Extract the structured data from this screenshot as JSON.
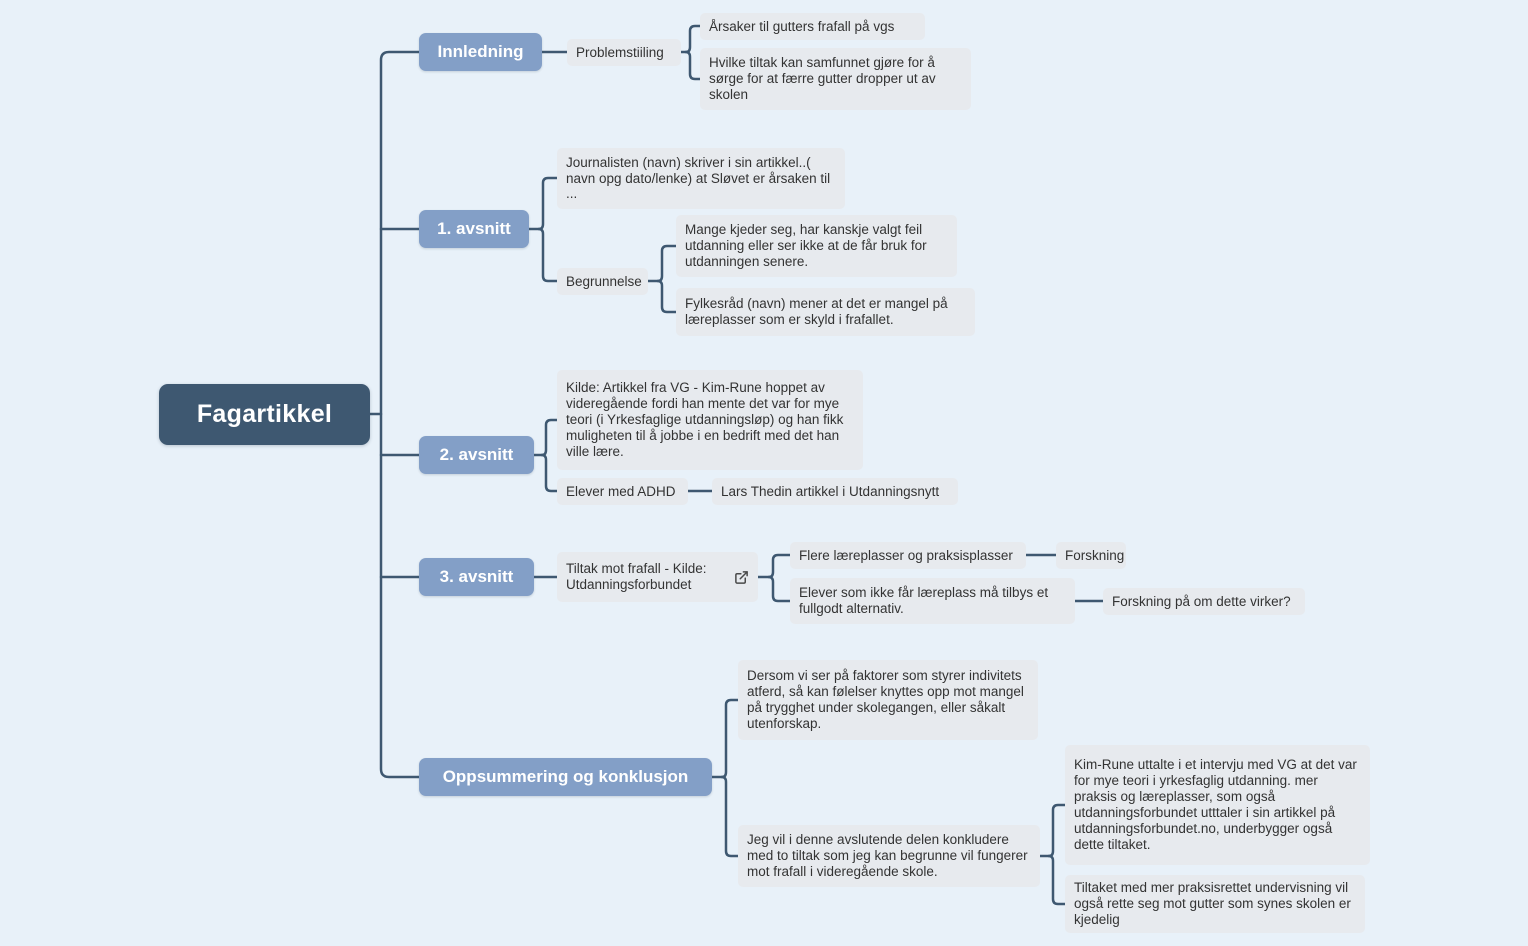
{
  "colors": {
    "background": "#e8f1f9",
    "root_bg": "#3e5871",
    "branch_bg": "#839fc7",
    "leaf_bg": "#e7eaee",
    "leaf_text": "#333333",
    "line": "#3e5871",
    "icon": "#4a4a4a"
  },
  "root": {
    "label": "Fagartikkel"
  },
  "branches": [
    {
      "label": "Innledning",
      "children": [
        {
          "label": "Problemstiiling",
          "children": [
            {
              "label": "Årsaker til gutters frafall på vgs"
            },
            {
              "label": "Hvilke tiltak kan samfunnet gjøre for å sørge for at færre gutter dropper ut av skolen"
            }
          ]
        }
      ]
    },
    {
      "label": "1. avsnitt",
      "children": [
        {
          "label": "Journalisten (navn) skriver i sin artikkel..( navn opg dato/lenke) at Sløvet er årsaken til ..."
        },
        {
          "label": "Begrunnelse",
          "children": [
            {
              "label": "Mange kjeder seg, har kanskje valgt feil utdanning eller ser ikke at de får bruk for utdanningen senere."
            },
            {
              "label": "Fylkesråd (navn) mener at det er mangel på læreplasser som er skyld i frafallet."
            }
          ]
        }
      ]
    },
    {
      "label": "2. avsnitt",
      "children": [
        {
          "label": "Kilde: Artikkel fra VG - Kim-Rune hoppet av videregående fordi han mente det var for mye teori (i Yrkesfaglige utdanningsløp) og han fikk muligheten til å jobbe i en bedrift med det han ville lære."
        },
        {
          "label": "Elever med ADHD",
          "children": [
            {
              "label": "Lars Thedin artikkel i Utdanningsnytt"
            }
          ]
        }
      ]
    },
    {
      "label": "3. avsnitt",
      "children": [
        {
          "label": "Tiltak mot frafall - Kilde: Utdanningsforbundet",
          "icon": "external-link",
          "children": [
            {
              "label": "Flere læreplasser og praksisplasser",
              "children": [
                {
                  "label": "Forskning"
                }
              ]
            },
            {
              "label": "Elever som ikke får læreplass må tilbys et fullgodt alternativ.",
              "children": [
                {
                  "label": "Forskning på om dette virker?"
                }
              ]
            }
          ]
        }
      ]
    },
    {
      "label": "Oppsummering og konklusjon",
      "children": [
        {
          "label": "Dersom vi ser på faktorer som styrer indivitets atferd, så kan følelser knyttes opp mot mangel på trygghet under skolegangen, eller såkalt utenforskap."
        },
        {
          "label": "Jeg vil i denne avslutende delen konkludere med to tiltak som jeg kan begrunne vil fungerer mot frafall i videregående skole.",
          "children": [
            {
              "label": "Kim-Rune uttalte i et intervju med VG at det var for mye teori i yrkesfaglig utdanning. mer praksis og læreplasser, som også utdanningsforbundet utttaler i sin artikkel på utdanningsforbundet.no, underbygger også dette tiltaket."
            },
            {
              "label": "Tiltaket med mer praksisrettet undervisning vil også rette seg mot gutter som synes skolen er kjedelig"
            }
          ]
        }
      ]
    }
  ]
}
